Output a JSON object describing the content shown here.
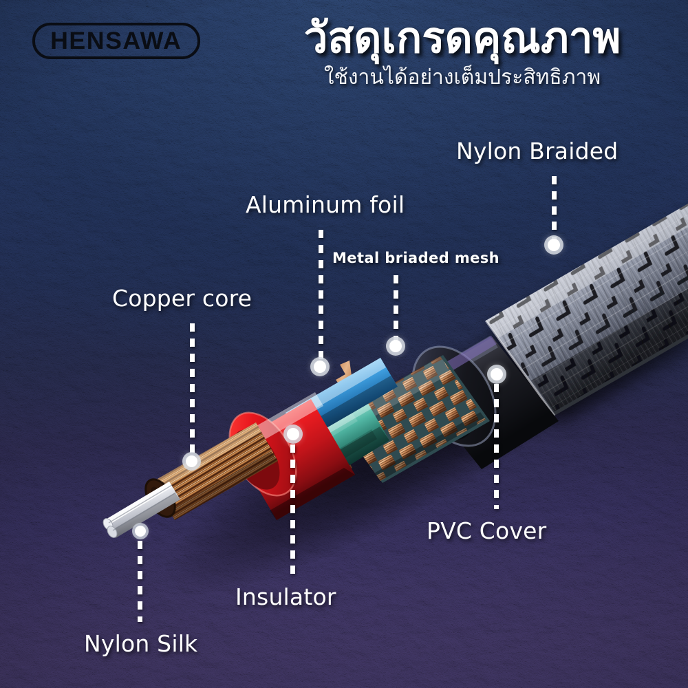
{
  "brand": {
    "name": "HENSAWA",
    "logo_border_color": "#0a0d14"
  },
  "header": {
    "title_th": "วัสดุเกรดคุณภาพ",
    "subtitle_th": "ใช้งานได้อย่างเต็มประสิทธิภาพ"
  },
  "callouts": [
    {
      "id": "nylon-braided",
      "label": "Nylon Braided",
      "size": "big"
    },
    {
      "id": "aluminum-foil",
      "label": "Aluminum foil",
      "size": "big"
    },
    {
      "id": "metal-braided-mesh",
      "label": "Metal briaded mesh",
      "size": "small"
    },
    {
      "id": "copper-core",
      "label": "Copper core",
      "size": "big"
    },
    {
      "id": "pvc-cover",
      "label": "PVC Cover",
      "size": "big"
    },
    {
      "id": "insulator",
      "label": "Insulator",
      "size": "big"
    },
    {
      "id": "nylon-silk",
      "label": "Nylon Silk",
      "size": "big"
    }
  ],
  "palette": {
    "background_top": "#27395d",
    "background_bottom": "#413660",
    "label_text": "#ffffff",
    "leader_line": "#ffffff",
    "copper": "#c98a54",
    "insulator_red": "#ec1c24",
    "foil_teal": "#3fb6a8",
    "inner_blue": "#3aa0e8",
    "pvc_black": "#1b1b20",
    "nylon_silver": "#c9ccd6"
  },
  "product": {
    "type": "cut-away cable cross-section",
    "layers_inner_to_outer": [
      "Nylon Silk",
      "Copper core",
      "Insulator",
      "Aluminum foil",
      "Metal briaded mesh",
      "PVC Cover",
      "Nylon Braided"
    ]
  }
}
